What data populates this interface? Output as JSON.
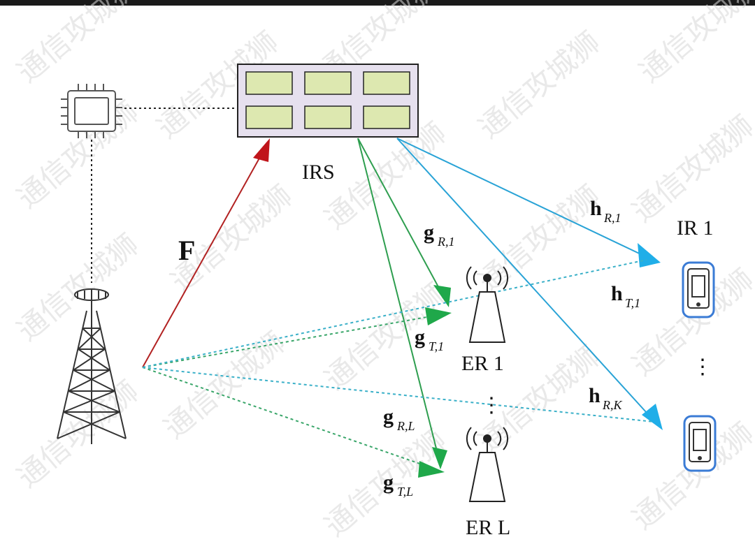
{
  "labels": {
    "irs": "IRS",
    "er1": "ER 1",
    "erL": "ER L",
    "ir1": "IR 1",
    "F": "F",
    "ellipsis": "⋮"
  },
  "symbols": {
    "gR1": {
      "main": "g",
      "sub": "R,1"
    },
    "gT1": {
      "main": "g",
      "sub": "T,1"
    },
    "gRL": {
      "main": "g",
      "sub": "R,L"
    },
    "gTL": {
      "main": "g",
      "sub": "T,L"
    },
    "hR1": {
      "main": "h",
      "sub": "R,1"
    },
    "hT1": {
      "main": "h",
      "sub": "T,1"
    },
    "hRK": {
      "main": "h",
      "sub": "R,K"
    }
  },
  "watermark": "通信攻城狮",
  "colors": {
    "F_link": "#b22222",
    "g_links": "#2e9e4f",
    "h_links": "#29a3d6",
    "arrow_green": "#1fa84a",
    "arrow_blue": "#20aee8",
    "irs_fill": "#e6e0ee",
    "irs_cell": "#dde8b0",
    "receiver_outline": "#3a7bd5"
  }
}
